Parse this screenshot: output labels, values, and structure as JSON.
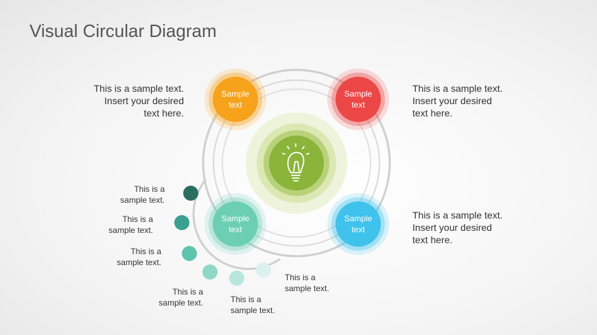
{
  "title": "Visual Circular Diagram",
  "colors": {
    "orange": "#f7a21b",
    "red": "#ec4747",
    "teal": "#6ccfb3",
    "blue": "#3fc2eb",
    "green": "#8ab43a",
    "ring": "#cccccc"
  },
  "nodes": [
    {
      "label": "Sample\ntext",
      "color": "#f7a21b"
    },
    {
      "label": "Sample\ntext",
      "color": "#ec4747"
    },
    {
      "label": "Sample\ntext",
      "color": "#6ccfb3"
    },
    {
      "label": "Sample\ntext",
      "color": "#3fc2eb"
    }
  ],
  "center_icon": "lightbulb-icon",
  "side_texts": {
    "top_left": "This is a sample text.\nInsert your desired\ntext here.",
    "top_right": "This is a sample text.\nInsert your desired\ntext here.",
    "bottom_right": "This is a sample text.\nInsert your desired\ntext here."
  },
  "dots": [
    {
      "label": "This is a\nsample text.",
      "color": "#2a6e62"
    },
    {
      "label": "This is a\nsample text.",
      "color": "#3aa08f"
    },
    {
      "label": "This is a\nsample text.",
      "color": "#5fc4ae"
    },
    {
      "label": "This is a\nsample text.",
      "color": "#8fd8c6"
    },
    {
      "label": "This is a\nsample text.",
      "color": "#b8e6dc"
    },
    {
      "label": "This is a\nsample text.",
      "color": "#daf1ec"
    }
  ]
}
